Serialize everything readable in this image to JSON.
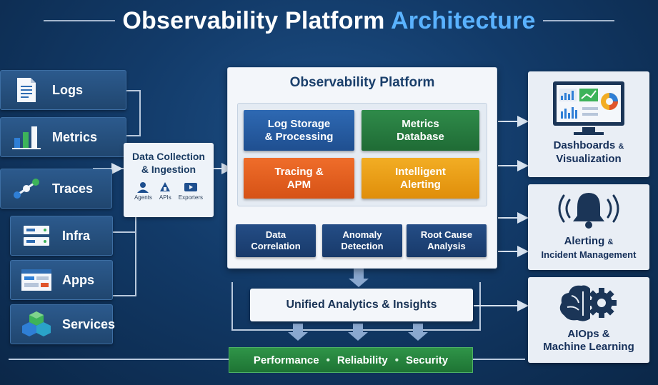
{
  "title": {
    "main": "Observability Platform",
    "accent": "Architecture"
  },
  "sources": [
    {
      "label": "Logs",
      "icon": "document-icon"
    },
    {
      "label": "Metrics",
      "icon": "bar-chart-icon"
    },
    {
      "label": "Traces",
      "icon": "trace-nodes-icon"
    },
    {
      "label": "Infra",
      "icon": "server-icon"
    },
    {
      "label": "Apps",
      "icon": "app-window-icon"
    },
    {
      "label": "Services",
      "icon": "cubes-icon"
    }
  ],
  "collection": {
    "title_line1": "Data Collection",
    "title_line2": "& Ingestion",
    "agents": "Agents",
    "apis": "APIs",
    "exporters": "Exporters"
  },
  "platform": {
    "title": "Observability Platform",
    "log_storage": {
      "line1": "Log Storage",
      "line2": "& Processing"
    },
    "metrics_db": {
      "line1": "Metrics",
      "line2": "Database"
    },
    "tracing": {
      "line1": "Tracing &",
      "line2": "APM"
    },
    "alerting": {
      "line1": "Intelligent",
      "line2": "Alerting"
    },
    "data_correlation": {
      "line1": "Data",
      "line2": "Correlation"
    },
    "anomaly_detection": {
      "line1": "Anomaly",
      "line2": "Detection"
    },
    "root_cause": {
      "line1": "Root Cause",
      "line2": "Analysis"
    }
  },
  "unified": "Unified Analytics & Insights",
  "pillars": [
    "Performance",
    "Reliability",
    "Security"
  ],
  "pillar_separator": "•",
  "outputs": {
    "dashboards": {
      "line1": "Dashboards",
      "amp": "&",
      "line2": "Visualization"
    },
    "incident": {
      "line1": "Alerting",
      "amp": "&",
      "line2": "Incident Management"
    },
    "aiops": {
      "line1": "AIOps &",
      "line2": "Machine Learning"
    }
  },
  "colors": {
    "blue_tile": "#2e69b3",
    "green_tile": "#2f8b4a",
    "orange_tile": "#ef6d2a",
    "yellow_tile": "#f2ad24",
    "navy_tile": "#244d86",
    "pillar_bar": "#2f9448",
    "accent": "#5ab2ff"
  }
}
